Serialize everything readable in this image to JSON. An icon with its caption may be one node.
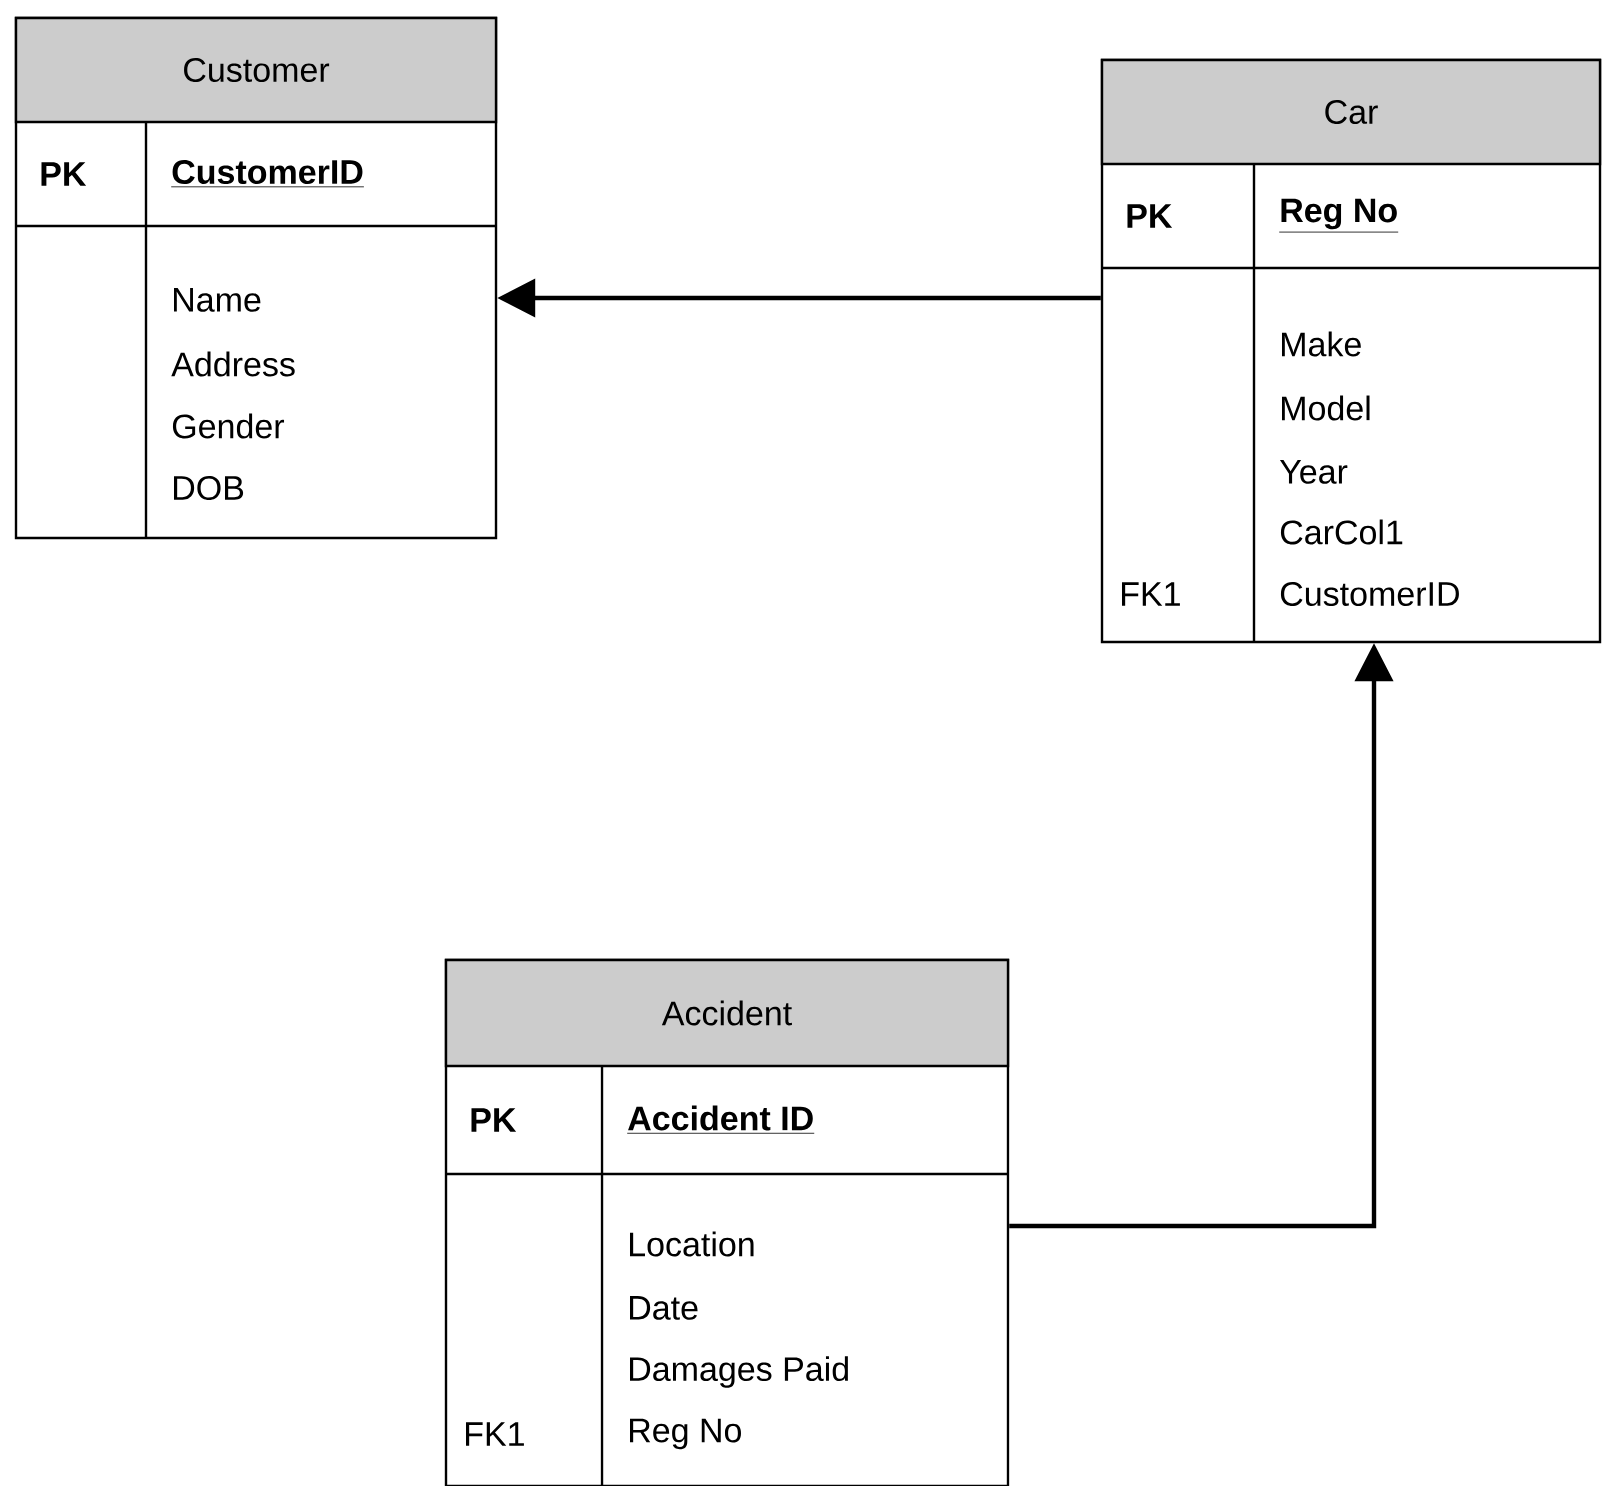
{
  "diagram": {
    "nodes": [
      {
        "text": [
          "Customer",
          "PK",
          "CustomerID",
          "Name",
          "Address",
          "Gender",
          "DOB"
        ]
      },
      {
        "text": [
          "Car",
          "PK",
          "Reg No",
          "Make",
          "Model",
          "Year",
          "CarCol1",
          "FK1",
          "CustomerID"
        ]
      },
      {
        "text": [
          "Accident",
          "PK",
          "Accident ID",
          "Location",
          "Date",
          "Damages Paid",
          "FK1",
          "Reg No"
        ]
      }
    ],
    "edges": [
      {
        "from": 1,
        "to": 0,
        "arrow": "to"
      },
      {
        "from": 2,
        "to": 1,
        "arrow": "to"
      }
    ]
  }
}
